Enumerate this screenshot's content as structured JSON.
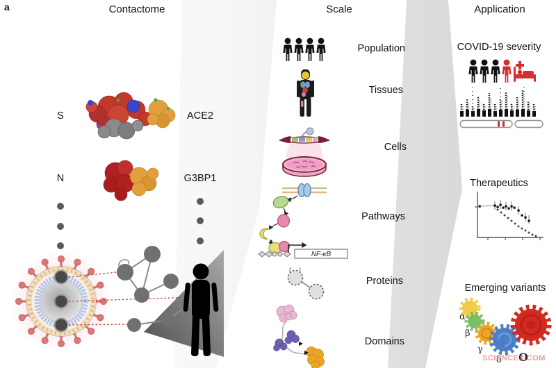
{
  "figure": {
    "panel_label": "a",
    "headers": {
      "contactome": "Contactome",
      "scale": "Scale",
      "application": "Application"
    },
    "contactome": {
      "pairs": [
        {
          "viral": "S",
          "human": "ACE2"
        },
        {
          "viral": "N",
          "human": "G3BP1"
        }
      ]
    },
    "scale": {
      "levels": [
        "Population",
        "Tissues",
        "Cells",
        "Pathways",
        "Proteins",
        "Domains"
      ],
      "gene_label": "NF-κB"
    },
    "application": {
      "sections": [
        "COVID-19 severity",
        "Therapeutics",
        "Emerging variants"
      ],
      "variants": [
        "α",
        "β",
        "γ",
        "δ",
        "Ο"
      ]
    },
    "watermark": "SCIENCEX.COM",
    "colors": {
      "virus_spike": "#dd7878",
      "virus_membrane": "#efe2b2",
      "virus_core_ring": "#aac6e2",
      "network_node": "#707070",
      "dashed_link": "#c84040",
      "accent_red": "#d03030",
      "variant_yellow": "#f2c52e",
      "variant_green": "#6cb75c",
      "variant_amber": "#eda426",
      "variant_blue": "#4a7ec8",
      "variant_red": "#d22a20",
      "watermark_pink": "#ee7878"
    }
  }
}
